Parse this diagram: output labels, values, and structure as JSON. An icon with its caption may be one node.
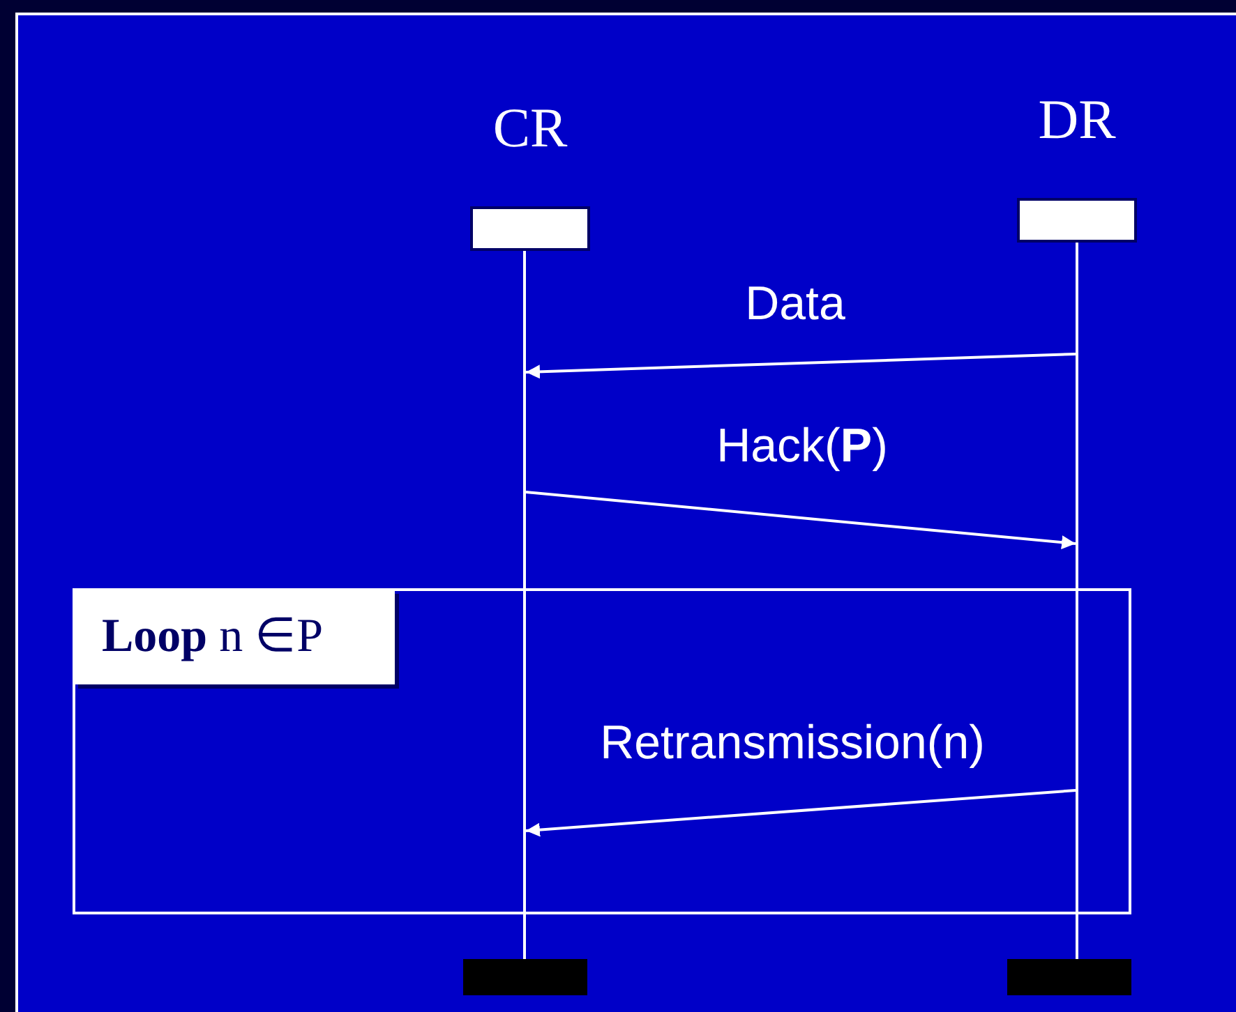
{
  "diagram": {
    "nodes": [
      {
        "text": [
          "CR"
        ]
      },
      {
        "text": [
          "DR"
        ]
      },
      {
        "text": [],
        "shape": "line"
      },
      {
        "text": [],
        "shape": "line"
      },
      {
        "text": [
          "**Loop** n ∈P"
        ]
      },
      {
        "text": [],
        "shape": "bar"
      },
      {
        "text": [],
        "shape": "bar"
      }
    ],
    "edges": [
      {
        "from": 3,
        "to": 2,
        "label": "Data",
        "arrow": "to"
      },
      {
        "from": 2,
        "to": 3,
        "label": "Hack(**P**)",
        "arrow": "to"
      },
      {
        "from": 3,
        "to": 2,
        "label": "Retransmission(n)",
        "arrow": "to"
      }
    ]
  }
}
